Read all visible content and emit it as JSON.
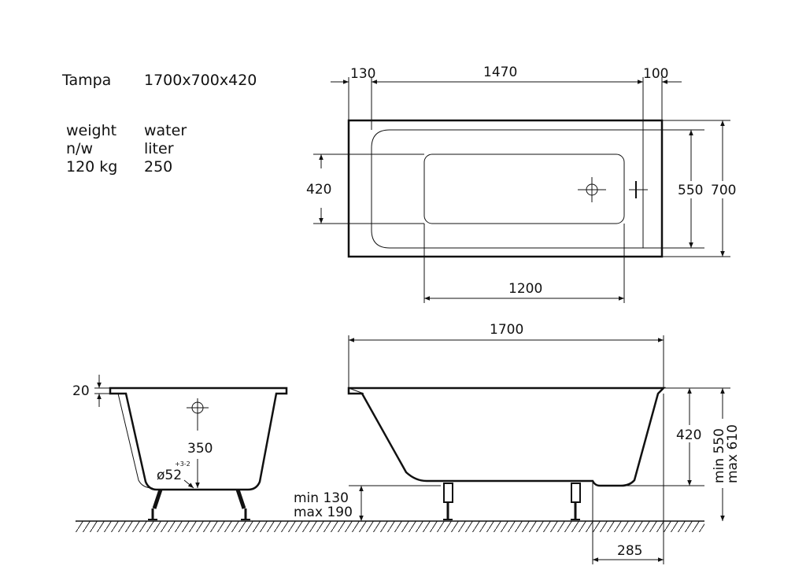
{
  "specs": {
    "model": "Tampa",
    "size": "1700x700x420",
    "col1": [
      "weight",
      "n/w",
      "120 kg"
    ],
    "col2": [
      "water",
      "liter",
      "250"
    ]
  },
  "top_view": {
    "dim_left": "130",
    "dim_middle": "1470",
    "dim_right": "100",
    "dim_inner_height": "420",
    "dim_inner_width": "550",
    "dim_total_height": "700",
    "dim_bottom_width": "1200"
  },
  "side_view": {
    "dim_rim": "20",
    "dim_drain_height": "350",
    "dim_drain_diameter": "ø52",
    "dim_drain_tolerance": "+3-2",
    "dim_total_length": "1700",
    "dim_depth": "420",
    "dim_height_min": "min 550",
    "dim_height_max": "max 610",
    "dim_leg_min": "min 130",
    "dim_leg_max": "max 190",
    "dim_leg_offset": "285"
  }
}
